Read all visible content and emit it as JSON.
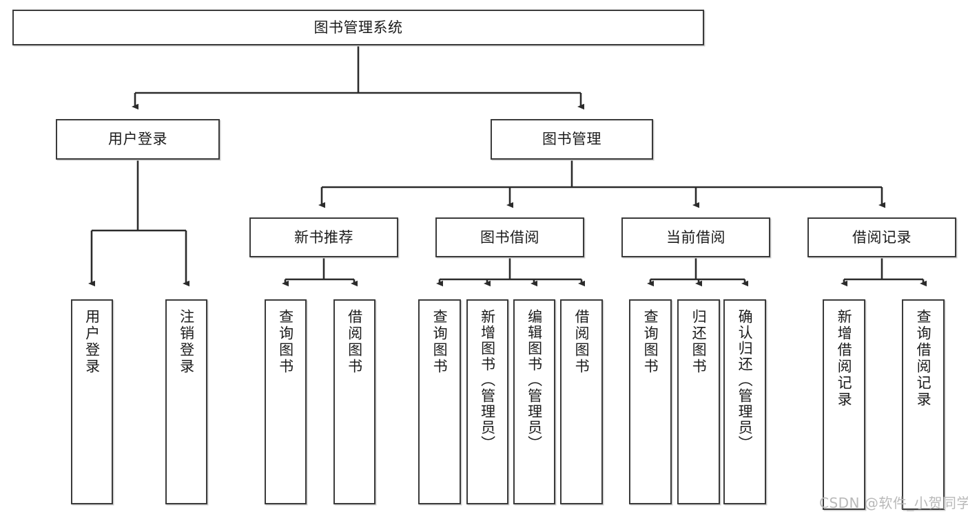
{
  "diagram": {
    "type": "tree",
    "title": "图书管理系统",
    "root": {
      "id": "root",
      "label": "图书管理系统"
    },
    "level2": [
      {
        "id": "user-login",
        "label": "用户登录"
      },
      {
        "id": "book-manage",
        "label": "图书管理"
      }
    ],
    "level3": [
      {
        "id": "new-book-rec",
        "label": "新书推荐",
        "parent": "book-manage"
      },
      {
        "id": "book-borrow",
        "label": "图书借阅",
        "parent": "book-manage"
      },
      {
        "id": "current-borrow",
        "label": "当前借阅",
        "parent": "book-manage"
      },
      {
        "id": "borrow-record",
        "label": "借阅记录",
        "parent": "book-manage"
      }
    ],
    "leaves": [
      {
        "id": "leaf-user-login",
        "label": "用户登录",
        "parent": "user-login"
      },
      {
        "id": "leaf-logout",
        "label": "注销登录",
        "parent": "user-login"
      },
      {
        "id": "leaf-query-book-rec",
        "label": "查询图书",
        "parent": "new-book-rec"
      },
      {
        "id": "leaf-borrow-book-rec",
        "label": "借阅图书",
        "parent": "new-book-rec"
      },
      {
        "id": "leaf-query-book-borrow",
        "label": "查询图书",
        "parent": "book-borrow"
      },
      {
        "id": "leaf-add-book",
        "label": "新增图书（管理员）",
        "parent": "book-borrow"
      },
      {
        "id": "leaf-edit-book",
        "label": "编辑图书（管理员）",
        "parent": "book-borrow"
      },
      {
        "id": "leaf-borrow-book",
        "label": "借阅图书",
        "parent": "book-borrow"
      },
      {
        "id": "leaf-query-book-cur",
        "label": "查询图书",
        "parent": "current-borrow"
      },
      {
        "id": "leaf-return-book",
        "label": "归还图书",
        "parent": "current-borrow"
      },
      {
        "id": "leaf-confirm-return",
        "label": "确认归还（管理员）",
        "parent": "current-borrow"
      },
      {
        "id": "leaf-add-record",
        "label": "新增借阅记录",
        "parent": "borrow-record"
      },
      {
        "id": "leaf-query-record",
        "label": "查询借阅记录",
        "parent": "borrow-record"
      }
    ]
  },
  "watermark": {
    "text": "CSDN @软件_小贺同学"
  },
  "colors": {
    "border": "#3a3a3a",
    "background": "#ffffff",
    "text": "#1b1b1b",
    "watermark": "#b9b9b9"
  }
}
